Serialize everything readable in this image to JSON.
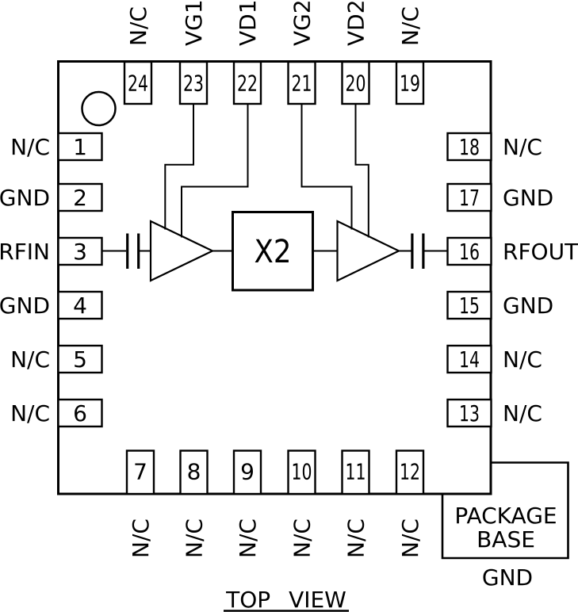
{
  "title": "TOP VIEW",
  "doubler_label": "X2",
  "package_base": {
    "line1": "PACKAGE",
    "line2": "BASE",
    "ground": "GND"
  },
  "colors": {
    "line": "#000000",
    "background": "#ffffff"
  },
  "pins": {
    "1": {
      "num": "1",
      "label": "N/C"
    },
    "2": {
      "num": "2",
      "label": "GND"
    },
    "3": {
      "num": "3",
      "label": "RFIN"
    },
    "4": {
      "num": "4",
      "label": "GND"
    },
    "5": {
      "num": "5",
      "label": "N/C"
    },
    "6": {
      "num": "6",
      "label": "N/C"
    },
    "7": {
      "num": "7",
      "label": "N/C"
    },
    "8": {
      "num": "8",
      "label": "N/C"
    },
    "9": {
      "num": "9",
      "label": "N/C"
    },
    "10": {
      "num": "10",
      "label": "N/C"
    },
    "11": {
      "num": "11",
      "label": "N/C"
    },
    "12": {
      "num": "12",
      "label": "N/C"
    },
    "13": {
      "num": "13",
      "label": "N/C"
    },
    "14": {
      "num": "14",
      "label": "N/C"
    },
    "15": {
      "num": "15",
      "label": "GND"
    },
    "16": {
      "num": "16",
      "label": "RFOUT"
    },
    "17": {
      "num": "17",
      "label": "GND"
    },
    "18": {
      "num": "18",
      "label": "N/C"
    },
    "19": {
      "num": "19",
      "label": "N/C"
    },
    "20": {
      "num": "20",
      "label": "VD2"
    },
    "21": {
      "num": "21",
      "label": "VG2"
    },
    "22": {
      "num": "22",
      "label": "VD1"
    },
    "23": {
      "num": "23",
      "label": "VG1"
    },
    "24": {
      "num": "24",
      "label": "N/C"
    }
  }
}
